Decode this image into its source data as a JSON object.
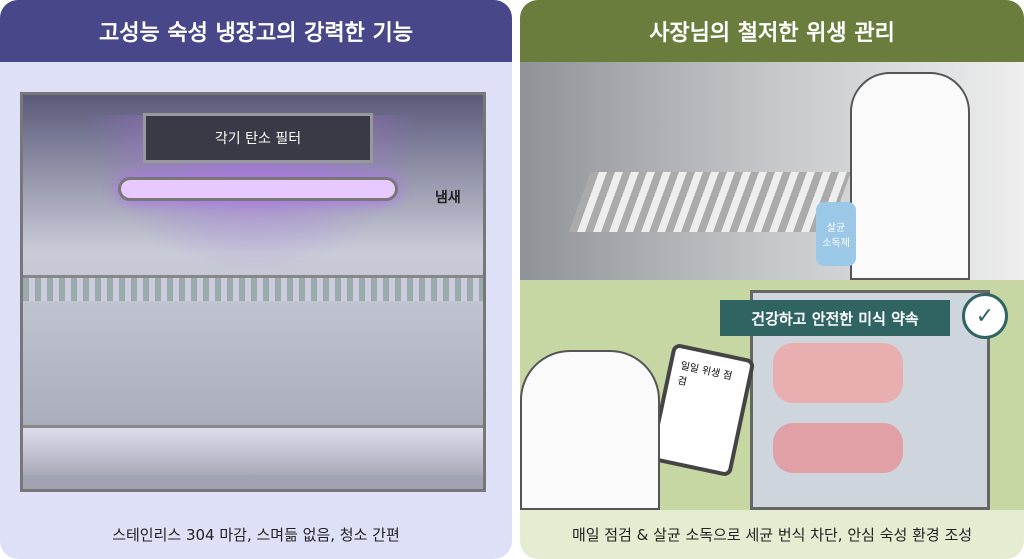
{
  "left": {
    "title": "고성능 숙성 냉장고의 강력한 기능",
    "filter_label": "각기 탄소 필터",
    "odor_label": "냄새",
    "caption": "스테인리스 304 마감, 스며듦 없음, 청소 간편"
  },
  "right": {
    "title": "사장님의 철저한 위생 관리",
    "spray_label": "살균 소독제",
    "banner": "건강하고 안전한 미식 약속",
    "checklist_title": "일일 위생 점검",
    "caption": "매일 점검 & 살균 소독으로 세균 번식 차단, 안심 숙성 환경 조성"
  },
  "colors": {
    "left_header": "#47478a",
    "right_header": "#6a7d3c",
    "banner": "#2f6462"
  }
}
